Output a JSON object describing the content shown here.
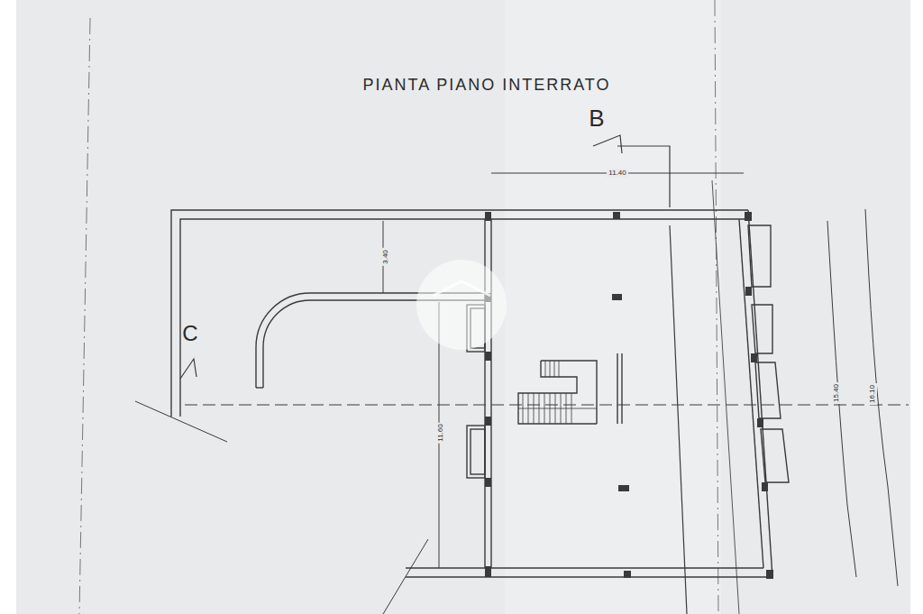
{
  "diagram": {
    "title": "PIANTA PIANO INTERRATO",
    "labels": [
      "B",
      "11.40",
      "3.40",
      "C",
      "11.60",
      "15.40",
      "16.10"
    ]
  }
}
